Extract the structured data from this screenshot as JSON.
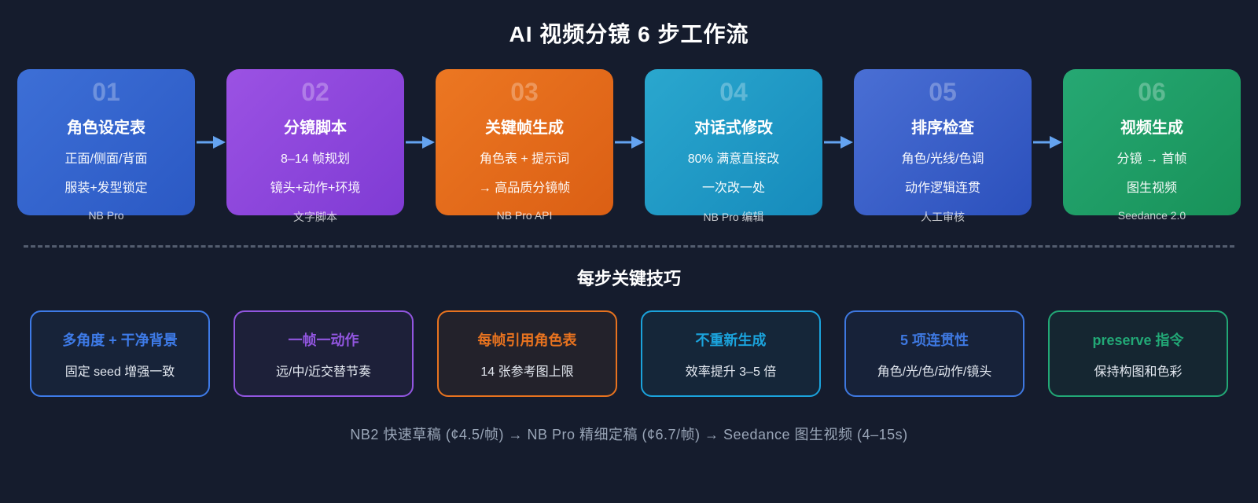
{
  "page": {
    "background": "#151C2D",
    "title": "AI 视频分镜 6 步工作流"
  },
  "flow": {
    "arrow_color": "#64A3F0",
    "cards": [
      {
        "number": "01",
        "title": "角色设定表",
        "lines": [
          "正面/侧面/背面",
          "服装+发型锁定"
        ],
        "footer": "NB Pro",
        "color_from": "#3D6FD6",
        "color_to": "#2B59C4"
      },
      {
        "number": "02",
        "title": "分镜脚本",
        "lines": [
          "8–14 帧规划",
          "镜头+动作+环境"
        ],
        "footer": "文字脚本",
        "color_from": "#9B52E3",
        "color_to": "#7F3BD4"
      },
      {
        "number": "03",
        "title": "关键帧生成",
        "lines": [
          "角色表 + 提示词",
          "→ 高品质分镜帧"
        ],
        "footer": "NB Pro API",
        "color_from": "#EC7722",
        "color_to": "#DB5F14"
      },
      {
        "number": "04",
        "title": "对话式修改",
        "lines": [
          "80% 满意直接改",
          "一次改一处"
        ],
        "footer": "NB Pro 编辑",
        "color_from": "#2AA7CE",
        "color_to": "#168BBC"
      },
      {
        "number": "05",
        "title": "排序检查",
        "lines": [
          "角色/光线/色调",
          "动作逻辑连贯"
        ],
        "footer": "人工审核",
        "color_from": "#4A6FD4",
        "color_to": "#2B50BC"
      },
      {
        "number": "06",
        "title": "视频生成",
        "lines": [
          "分镜 → 首帧",
          "图生视频"
        ],
        "footer": "Seedance 2.0",
        "color_from": "#26A873",
        "color_to": "#189259"
      }
    ]
  },
  "tips": {
    "section_title": "每步关键技巧",
    "cards": [
      {
        "title": "多角度 + 干净背景",
        "subtitle": "固定 seed 增强一致",
        "accent": "#3E7BE8"
      },
      {
        "title": "一帧一动作",
        "subtitle": "远/中/近交替节奏",
        "accent": "#9256E0"
      },
      {
        "title": "每帧引用角色表",
        "subtitle": "14 张参考图上限",
        "accent": "#E8731F"
      },
      {
        "title": "不重新生成",
        "subtitle": "效率提升 3–5 倍",
        "accent": "#1BA3DC"
      },
      {
        "title": "5 项连贯性",
        "subtitle": "角色/光/色/动作/镜头",
        "accent": "#3E78E0"
      },
      {
        "title": "preserve 指令",
        "subtitle": "保持构图和色彩",
        "accent": "#22A876"
      }
    ]
  },
  "footer": {
    "note": "NB2 快速草稿 (¢4.5/帧) → NB Pro 精细定稿 (¢6.7/帧) → Seedance 图生视频 (4–15s)"
  }
}
